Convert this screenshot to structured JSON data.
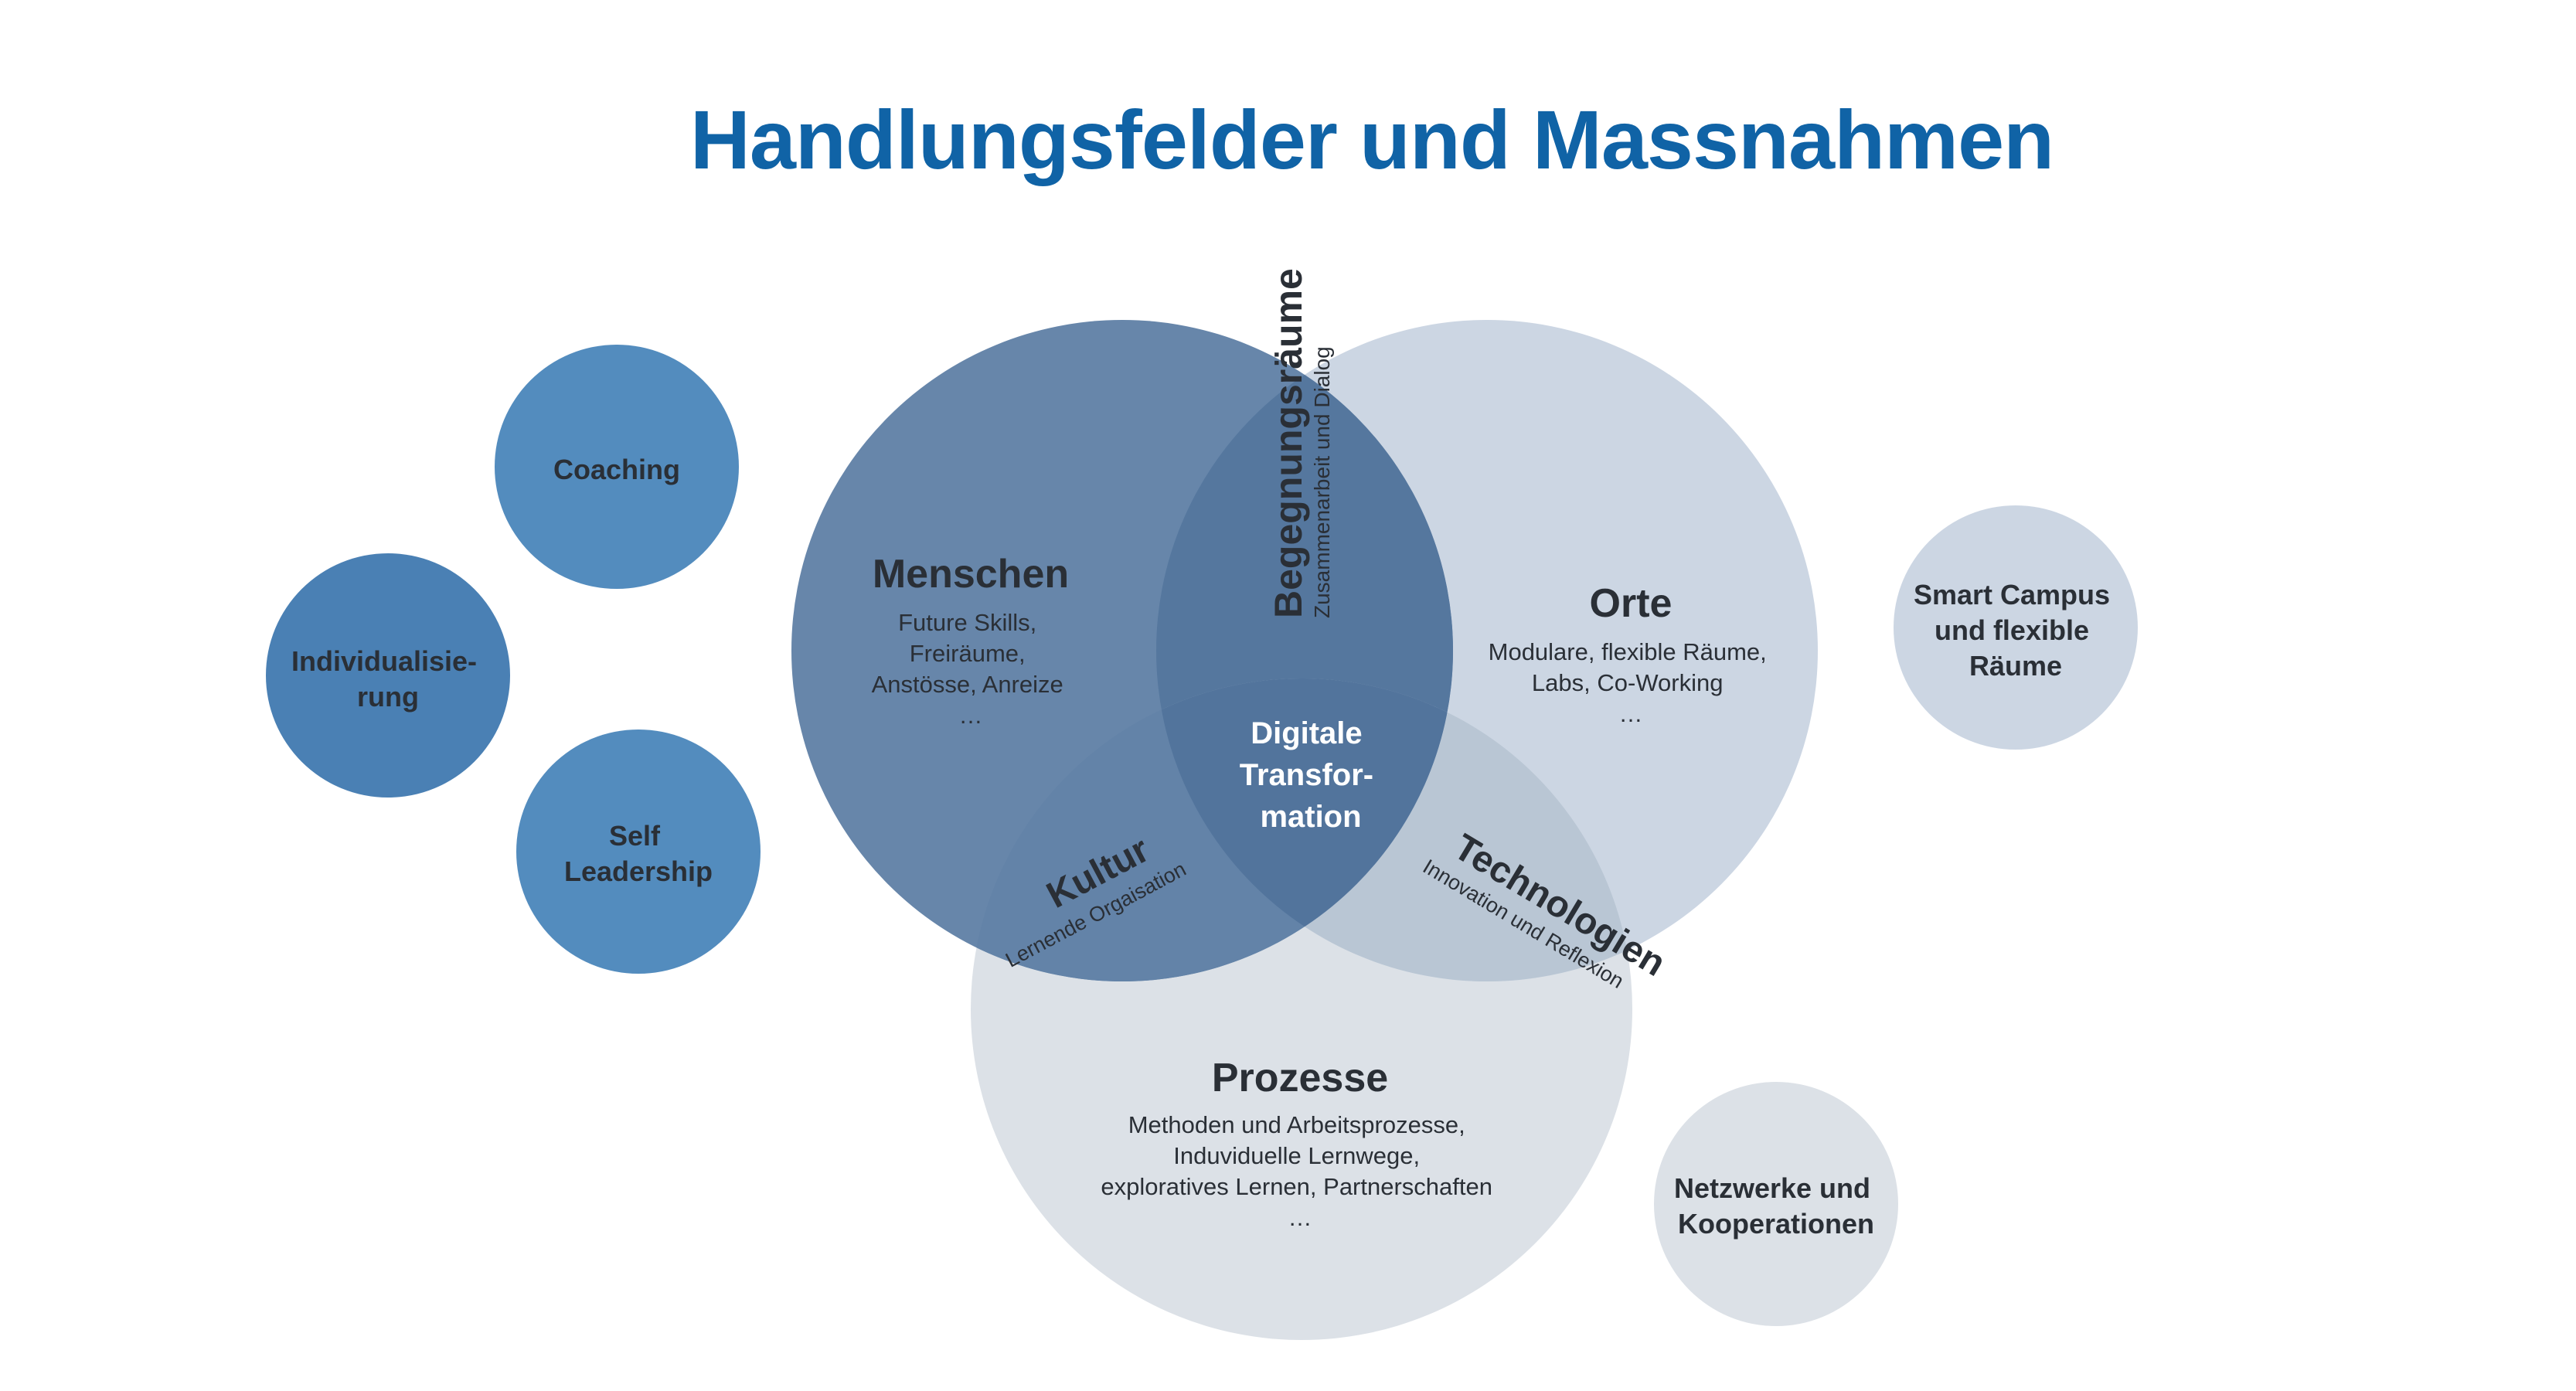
{
  "title": "Handlungsfelder und Massnahmen",
  "colors": {
    "title": "#1063a6",
    "menschen": "#5a7ca3",
    "orte": "#ccd6e3",
    "prozesse": "#dce1e7",
    "bubble_blue": "#538cbe",
    "bubble_dark": "#4a80b4",
    "bubble_light": "#ccd6e3",
    "bubble_grey": "#dce1e7"
  },
  "menschen": {
    "heading": "Menschen",
    "lines": [
      "Future Skills,",
      "Freiräume,",
      "Anstösse, Anreize",
      "…"
    ]
  },
  "orte": {
    "heading": "Orte",
    "lines": [
      "Modulare, flexible Räume,",
      "Labs, Co-Working",
      "…"
    ]
  },
  "prozesse": {
    "heading": "Prozesse",
    "lines": [
      "Methoden und Arbeitsprozesse,",
      "Induviduelle Lernwege,",
      "exploratives Lernen, Partnerschaften",
      "…"
    ]
  },
  "center": {
    "lines": [
      "Digitale",
      "Transfor-",
      "mation"
    ]
  },
  "begegnungsraeume": {
    "heading": "Begegnungsräume",
    "sub": "Zusammenarbeit und Dialog"
  },
  "kultur": {
    "heading": "Kultur",
    "sub": "Lernende Orgaisation"
  },
  "technologien": {
    "heading": "Technologien",
    "sub": "Innovation und Reflexion"
  },
  "bubbles": {
    "coaching": {
      "lines": [
        "Coaching"
      ]
    },
    "individualisierung": {
      "lines": [
        "Individualisie-",
        "rung"
      ]
    },
    "self_leadership": {
      "lines": [
        "Self",
        "Leadership"
      ]
    },
    "smart_campus": {
      "lines": [
        "Smart Campus",
        "und flexible",
        "Räume"
      ]
    },
    "netzwerke": {
      "lines": [
        "Netzwerke und",
        "Kooperationen"
      ]
    }
  }
}
